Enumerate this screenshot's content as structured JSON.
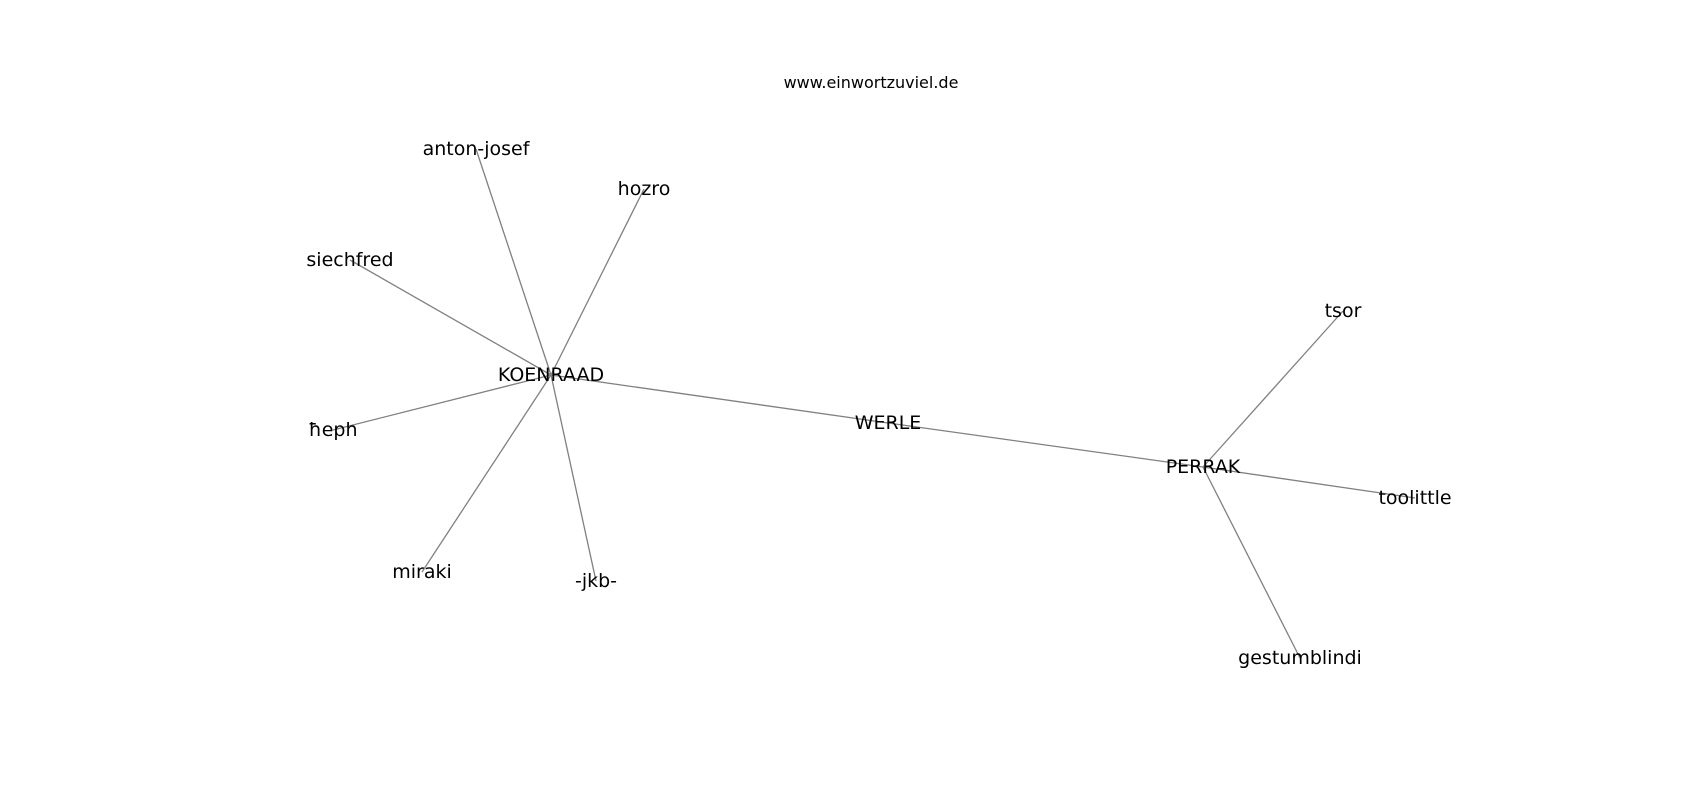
{
  "title": "www.einwortzuviel.de",
  "nodes": [
    {
      "id": "koenraad",
      "label": "KOENRAAD"
    },
    {
      "id": "werle",
      "label": "WERLE"
    },
    {
      "id": "perrak",
      "label": "PERRAK"
    },
    {
      "id": "anton-josef",
      "label": "anton-josef"
    },
    {
      "id": "hozro",
      "label": "hozro"
    },
    {
      "id": "siechfred",
      "label": "siechfred"
    },
    {
      "id": "heph",
      "label": "ħeph"
    },
    {
      "id": "miraki",
      "label": "miraki"
    },
    {
      "id": "jkb",
      "label": "-jkb-"
    },
    {
      "id": "tsor",
      "label": "tsor"
    },
    {
      "id": "toolittle",
      "label": "toolittle"
    },
    {
      "id": "gestumblindi",
      "label": "gestumblindi"
    }
  ],
  "edges": [
    [
      "koenraad",
      "anton-josef"
    ],
    [
      "koenraad",
      "hozro"
    ],
    [
      "koenraad",
      "siechfred"
    ],
    [
      "koenraad",
      "heph"
    ],
    [
      "koenraad",
      "miraki"
    ],
    [
      "koenraad",
      "jkb"
    ],
    [
      "koenraad",
      "werle"
    ],
    [
      "werle",
      "perrak"
    ],
    [
      "perrak",
      "tsor"
    ],
    [
      "perrak",
      "toolittle"
    ],
    [
      "perrak",
      "gestumblindi"
    ]
  ]
}
